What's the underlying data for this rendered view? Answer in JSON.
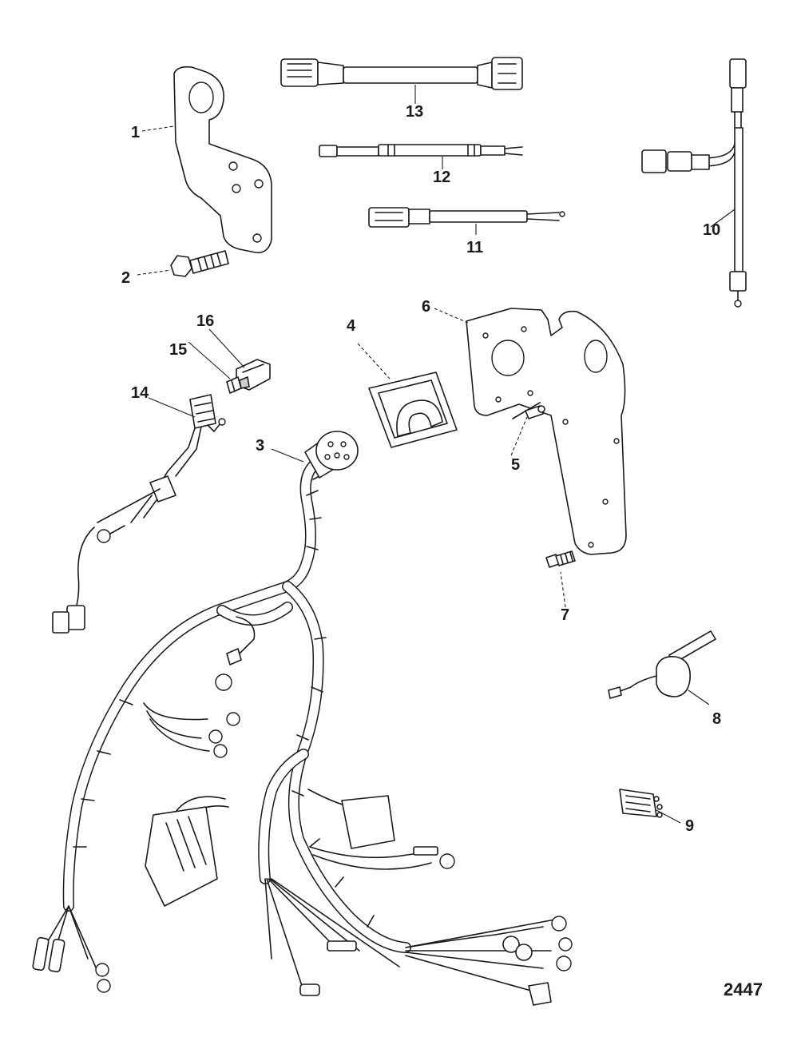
{
  "callouts": {
    "c1": "1",
    "c2": "2",
    "c3": "3",
    "c4": "4",
    "c5": "5",
    "c6": "6",
    "c7": "7",
    "c8": "8",
    "c9": "9",
    "c10": "10",
    "c11": "11",
    "c12": "12",
    "c13": "13",
    "c14": "14",
    "c15": "15",
    "c16": "16"
  },
  "figure_number": "2447"
}
